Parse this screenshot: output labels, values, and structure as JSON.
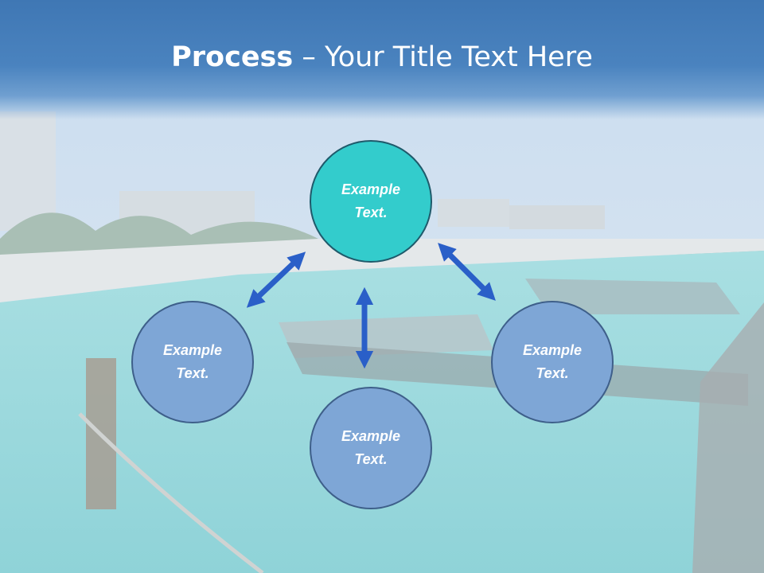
{
  "slide": {
    "title_bold": "Process",
    "title_rest": " – Your Title Text Here"
  },
  "diagram": {
    "nodes": [
      {
        "id": "top",
        "text": "Example Text.",
        "color": "#33cccc"
      },
      {
        "id": "left",
        "text": "Example Text.",
        "color": "#7ea6d6"
      },
      {
        "id": "right",
        "text": "Example Text.",
        "color": "#7ea6d6"
      },
      {
        "id": "bottom",
        "text": "Example Text.",
        "color": "#7ea6d6"
      }
    ],
    "arrow_color": "#2a5fc8"
  }
}
